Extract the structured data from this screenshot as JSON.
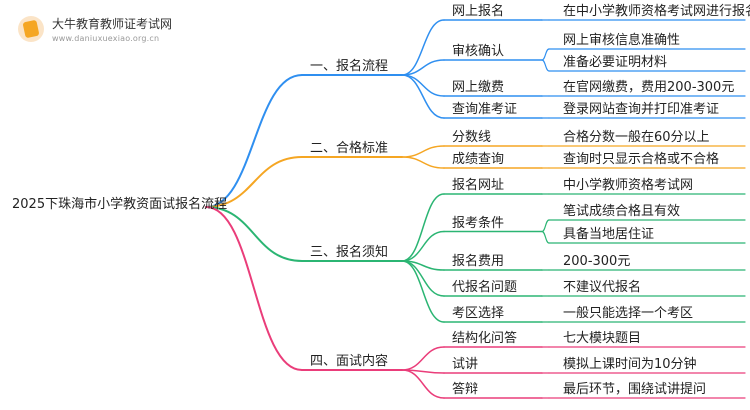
{
  "logo": {
    "name": "大牛教育教师证考试网",
    "url": "www.daniuxuexiao.org.cn"
  },
  "root": "2025下珠海市小学教资面试报名流程",
  "branches": [
    {
      "label": "一、报名流程",
      "color": "#2f8ff0",
      "items": [
        {
          "label": "网上报名",
          "details": [
            "在中小学教师资格考试网进行报名"
          ]
        },
        {
          "label": "审核确认",
          "details": [
            "网上审核信息准确性",
            "准备必要证明材料"
          ]
        },
        {
          "label": "网上缴费",
          "details": [
            "在官网缴费，费用200-300元"
          ]
        },
        {
          "label": "查询准考证",
          "details": [
            "登录网站查询并打印准考证"
          ]
        }
      ]
    },
    {
      "label": "二、合格标准",
      "color": "#f5a623",
      "items": [
        {
          "label": "分数线",
          "details": [
            "合格分数一般在60分以上"
          ]
        },
        {
          "label": "成绩查询",
          "details": [
            "查询时只显示合格或不合格"
          ]
        }
      ]
    },
    {
      "label": "三、报名须知",
      "color": "#2bb573",
      "items": [
        {
          "label": "报名网址",
          "details": [
            "中小学教师资格考试网"
          ]
        },
        {
          "label": "报考条件",
          "details": [
            "笔试成绩合格且有效",
            "具备当地居住证"
          ]
        },
        {
          "label": "报名费用",
          "details": [
            "200-300元"
          ]
        },
        {
          "label": "代报名问题",
          "details": [
            "不建议代报名"
          ]
        },
        {
          "label": "考区选择",
          "details": [
            "一般只能选择一个考区"
          ]
        }
      ]
    },
    {
      "label": "四、面试内容",
      "color": "#ea3d7a",
      "items": [
        {
          "label": "结构化问答",
          "details": [
            "七大模块题目"
          ]
        },
        {
          "label": "试讲",
          "details": [
            "模拟上课时间为10分钟"
          ]
        },
        {
          "label": "答辩",
          "details": [
            "最后环节，围绕试讲提问"
          ]
        }
      ]
    }
  ]
}
